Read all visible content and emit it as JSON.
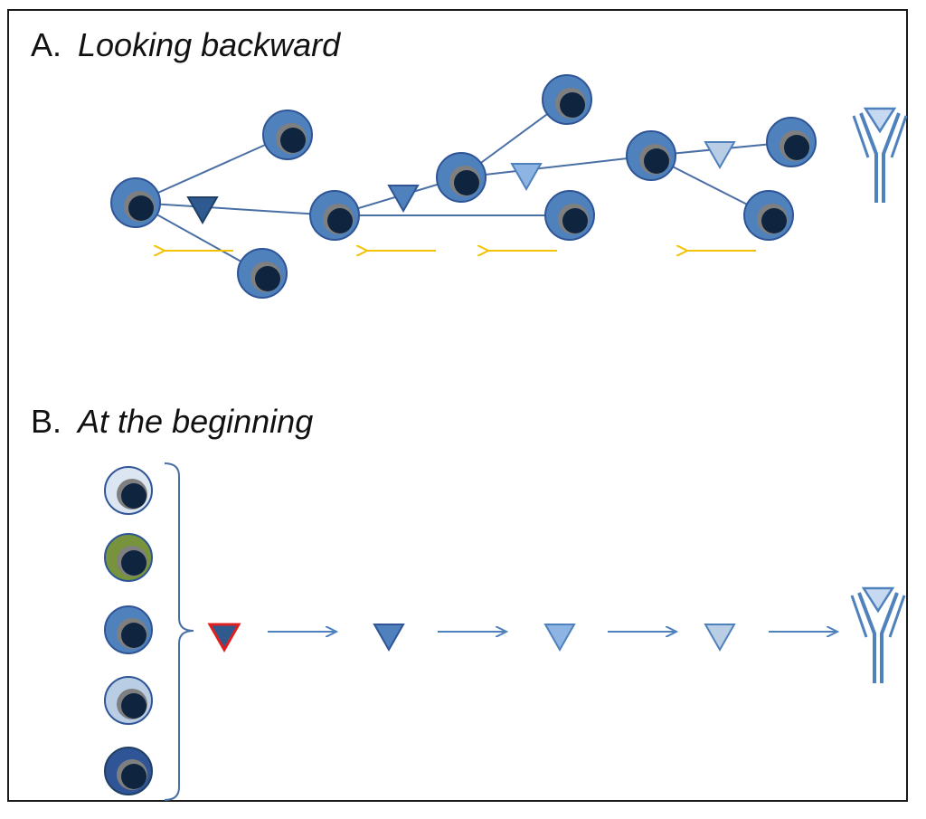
{
  "panel_a": {
    "letter": "A.",
    "title": "Looking backward"
  },
  "panel_b": {
    "letter": "B.",
    "title": "At the beginning"
  },
  "colors": {
    "cell_blue": "#4f81bd",
    "cell_light_blue": "#b9cde5",
    "cell_pale": "#dce6f2",
    "cell_green": "#77933c",
    "cell_dark_blue": "#2f5597",
    "nucleus": "#0f243e",
    "line_blue": "#4a6fa5",
    "arrow_yellow": "#f2c200",
    "founder_red": "#e02020",
    "antigen_dark": "#2e5a8f",
    "antigen_mid": "#4f81bd",
    "antigen_light": "#8eb4e3",
    "antigen_pale": "#c6d9f1"
  }
}
